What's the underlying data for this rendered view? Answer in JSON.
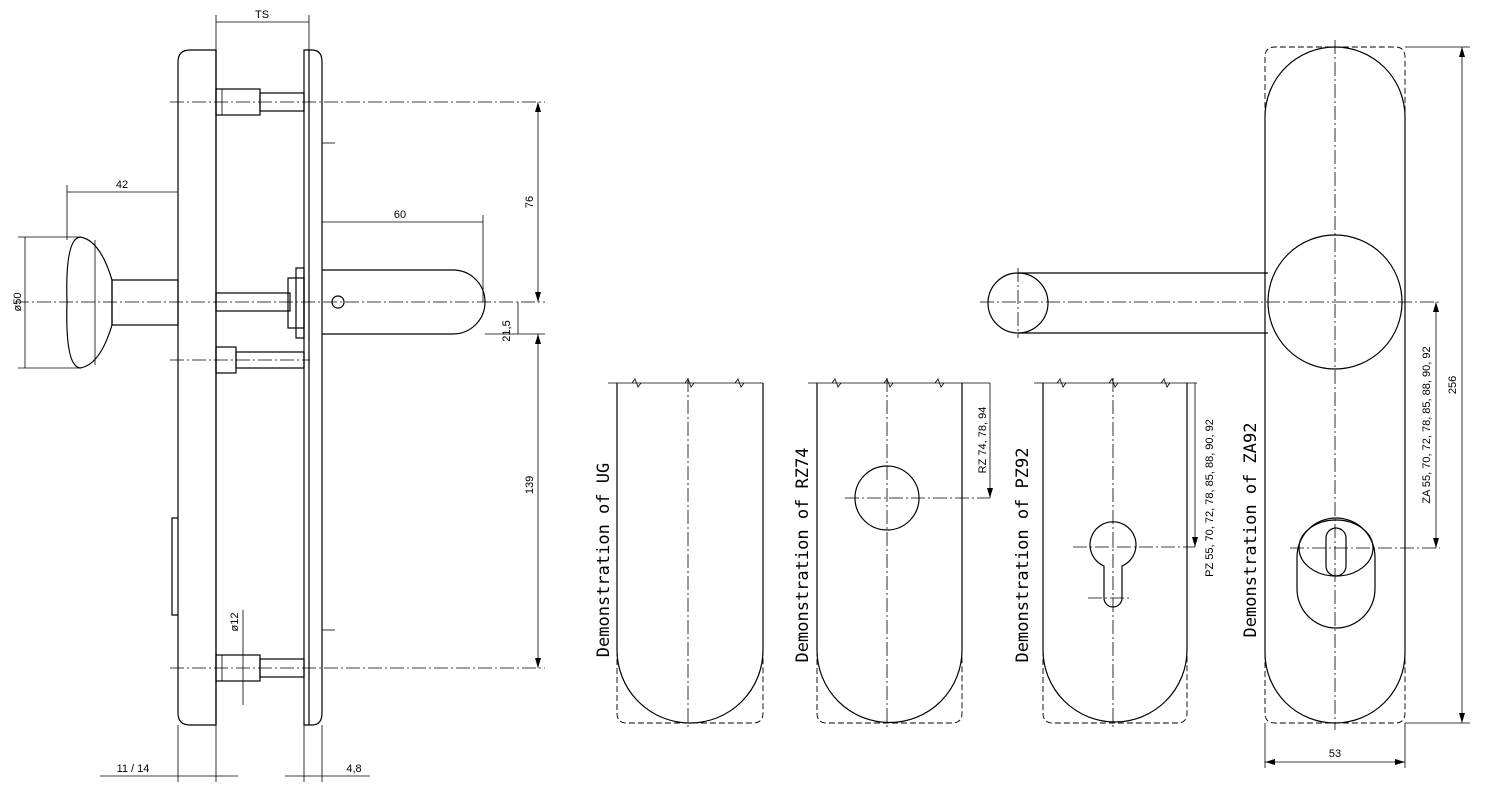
{
  "side_view": {
    "dims": {
      "ts": "TS",
      "knob_distance": "42",
      "knob_diameter": "ø50",
      "lever_length": "60",
      "upper_distance": "76",
      "offset": "21,5",
      "lower_distance": "139",
      "screw_diameter": "ø12",
      "plate_thickness": "11 / 14",
      "rosette_thickness": "4,8"
    }
  },
  "views": [
    {
      "label": "Demonstration of UG"
    },
    {
      "label": "Demonstration of RZ74",
      "dim": "RZ 74, 78, 94"
    },
    {
      "label": "Demonstration of PZ92",
      "dim": "PZ 55, 70, 72, 78, 85, 88, 90, 92"
    },
    {
      "label": "Demonstration of ZA92",
      "dim": "ZA 55, 70, 72, 78, 85, 88, 90, 92"
    }
  ],
  "front_view": {
    "width": "53",
    "height": "256"
  }
}
